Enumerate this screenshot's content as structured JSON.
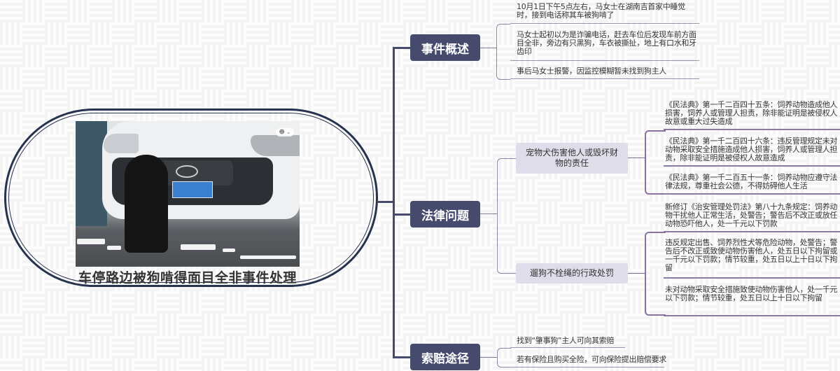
{
  "root": {
    "title": "车停路边被狗啃得面目全非事件处理",
    "image_alt": "黑狗啃咬白色汽车前保险杠照片",
    "badge_icon": "user-icon"
  },
  "branches": [
    {
      "label": "事件概述",
      "leaves": [
        "10月1日下午5点左右，马女士在湖南吉首家中睡觉时，接到电话称其车被狗啃了",
        "马女士起初以为是诈骗电话，赶去车位后发现车前方面目全非，旁边有只黑狗，车衣被撕扯，地上有口水和牙齿印",
        "事后马女士报警，因监控模糊暂未找到狗主人"
      ]
    },
    {
      "label": "法律问题",
      "subs": [
        {
          "label": "宠物犬伤害他人或毁坏财物的责任",
          "leaves": [
            "《民法典》第一千二百四十五条：饲养动物造成他人损害，饲养人或管理人担责，除非能证明是被侵权人故意或重大过失造成",
            "《民法典》第一千二百四十六条：违反管理规定未对动物采取安全措施造成他人损害，饲养人或管理人担责，除非能证明是被侵权人故意造成",
            "《民法典》第一千二百五十一条：饲养动物应遵守法律法规，尊重社会公德，不得妨碍他人生活"
          ]
        },
        {
          "label": "遛狗不栓绳的行政处罚",
          "leaves": [
            "新修订《治安管理处罚法》第八十九条规定：饲养动物干扰他人正常生活，处警告；警告后不改正或放任动物恐吓他人，处一千元以下罚款",
            "违反规定出售、饲养烈性犬等危险动物，处警告；警告后不改正或致使动物伤害他人，处五日以下拘留或一千元以下罚款；情节较重，处五日以上十日以下拘留",
            "未对动物采取安全措施致使动物伤害他人，处一千元以下罚款；情节较重，处五日以上十日以下拘留"
          ]
        }
      ]
    },
    {
      "label": "索赔途径",
      "leaves": [
        "找到“肇事狗”主人可向其索赔",
        "若有保险且购买全险，可向保险提出赔偿要求"
      ]
    }
  ],
  "colors": {
    "main_node": "#464b6e",
    "sub_node": "#dfdde9",
    "leaf_underline": "#8a7ba0",
    "root_border": "#26324e"
  }
}
